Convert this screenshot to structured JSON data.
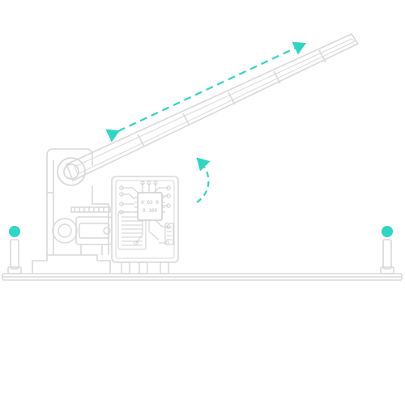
{
  "colors": {
    "background": "#ffffff",
    "line": "#d9d9d9",
    "line_dark": "#cfcfcf",
    "accent": "#2fd6c3"
  },
  "chip": {
    "label_line1": "0 03 0",
    "label_line2": "0 109"
  },
  "icons": {
    "left_post_light": "teal-dot",
    "right_post_light": "teal-dot",
    "boom_motion": "double-headed-arrow",
    "rotation": "curved-arrow"
  }
}
